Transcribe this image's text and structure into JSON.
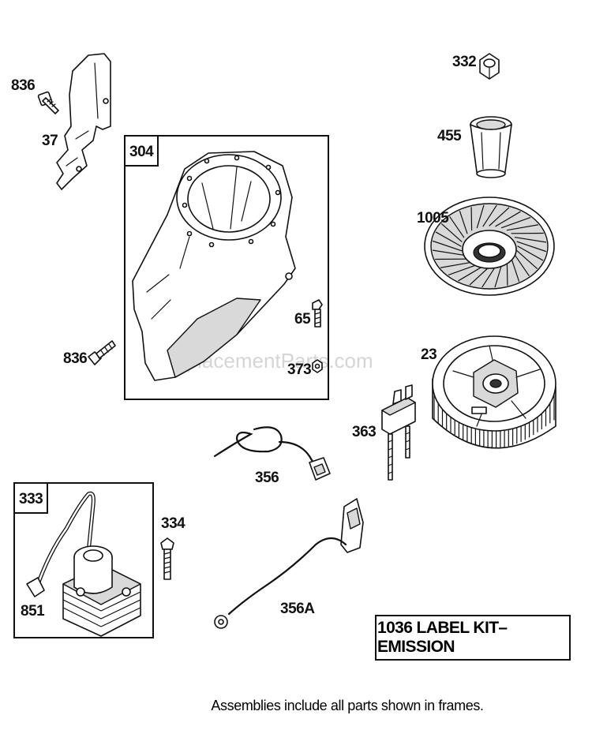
{
  "parts": {
    "p836_top": "836",
    "p37": "37",
    "p304": "304",
    "p65": "65",
    "p836_mid": "836",
    "p373": "373",
    "p332": "332",
    "p455": "455",
    "p1005": "1005",
    "p23": "23",
    "p363": "363",
    "p356": "356",
    "p333": "333",
    "p334": "334",
    "p851": "851",
    "p356A": "356A"
  },
  "kit_label": "1036 LABEL KIT–EMISSION",
  "footer_note": "Assemblies include all parts shown in frames.",
  "watermark": "eReplacementParts.com"
}
